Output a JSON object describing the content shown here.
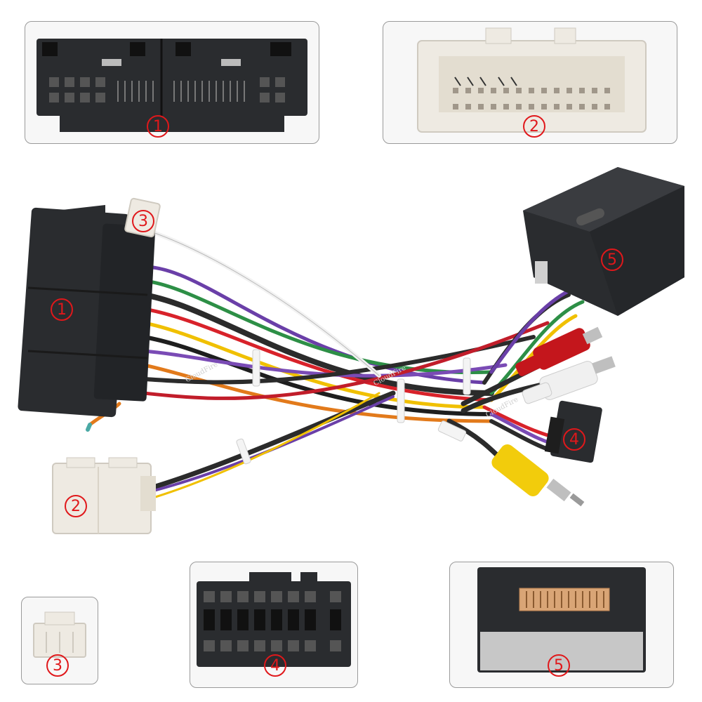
{
  "labels": {
    "c1": "1",
    "c2": "2",
    "c3": "3",
    "c4": "4",
    "c5": "5"
  },
  "watermark": "CloudFire",
  "colors": {
    "badge_red": "#e0181b",
    "connector_black": "#2a2c2f",
    "connector_white": "#eeeae2",
    "rca_red": "#c4161c",
    "rca_white": "#f0f0f0",
    "rca_yellow": "#f2cc0c",
    "panel_border": "#9a9a9a"
  }
}
